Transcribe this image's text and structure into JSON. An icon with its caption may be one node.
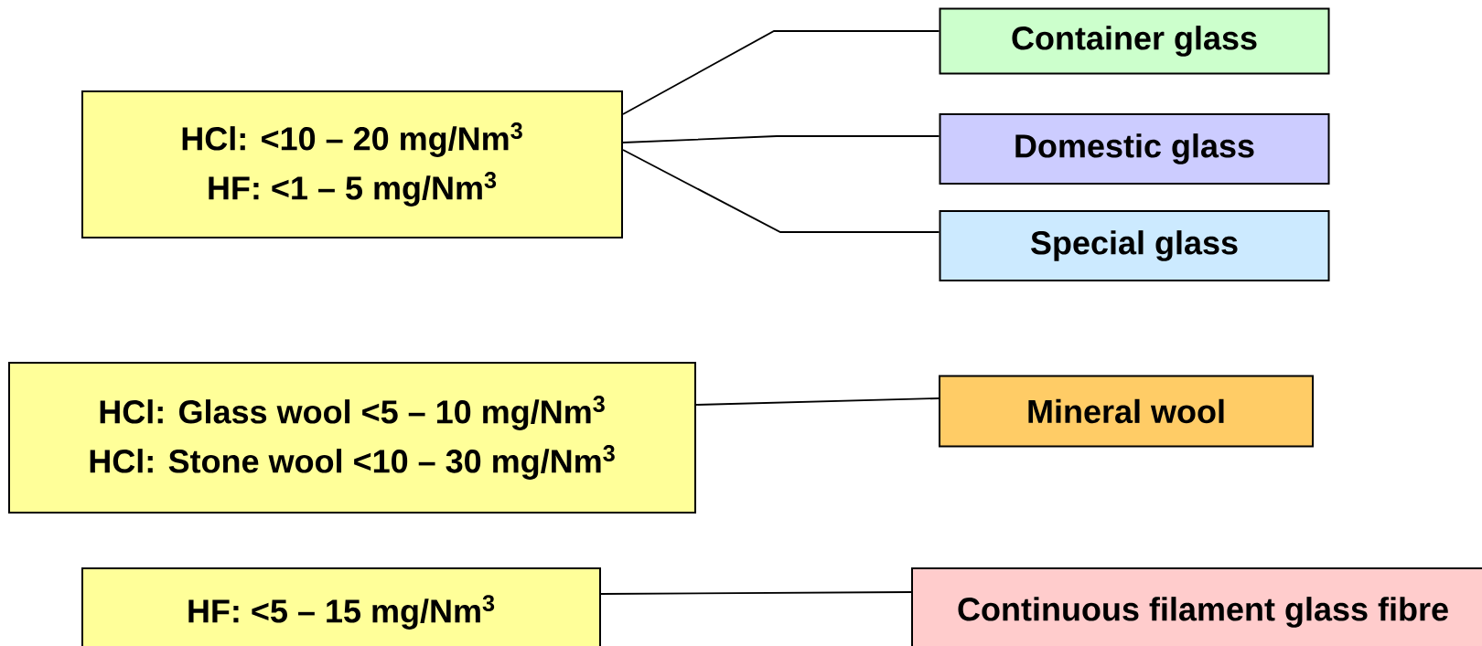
{
  "diagram": {
    "nodes": [
      {
        "text": [
          "HCl: <10 – 20 mg/Nm$^{3}$",
          "HF: <1 – 5 mg/Nm$^{3}$"
        ]
      },
      {
        "text": [
          "HCl: Glass wool <5 – 10 mg/Nm$^{3}$",
          "HCl: Stone wool <10 – 30 mg/Nm$^{3}$"
        ]
      },
      {
        "text": [
          "HF: <5 – 15 mg/Nm$^{3}$"
        ]
      },
      {
        "text": [
          "Container glass"
        ]
      },
      {
        "text": [
          "Domestic glass"
        ]
      },
      {
        "text": [
          "Special glass"
        ]
      },
      {
        "text": [
          "Mineral wool"
        ]
      },
      {
        "text": [
          "Continuous filament glass fibre"
        ]
      }
    ],
    "edges": [
      {
        "from": 0,
        "to": 3,
        "arrow": "none"
      },
      {
        "from": 0,
        "to": 4,
        "arrow": "none"
      },
      {
        "from": 0,
        "to": 5,
        "arrow": "none"
      },
      {
        "from": 1,
        "to": 6,
        "arrow": "none"
      },
      {
        "from": 2,
        "to": 7,
        "arrow": "none"
      }
    ]
  }
}
